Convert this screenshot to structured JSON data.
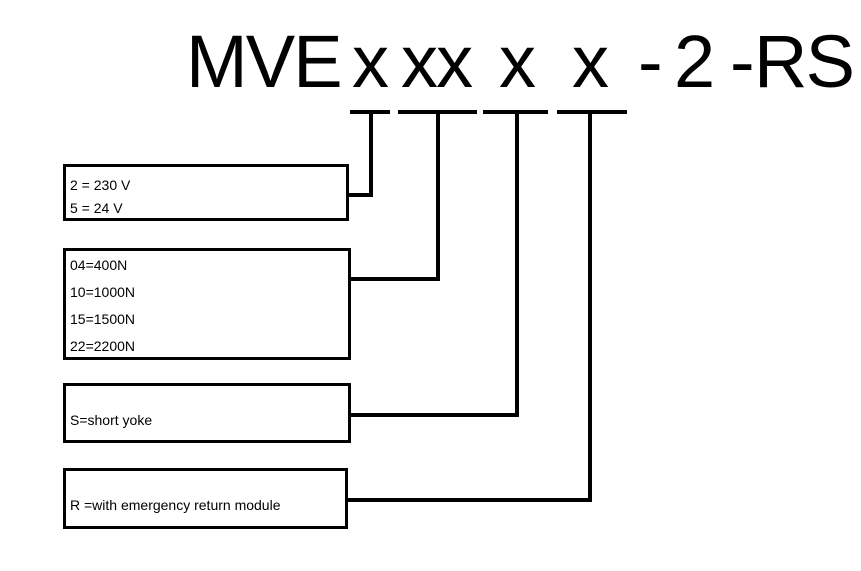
{
  "colors": {
    "ink": "#000000",
    "background": "#ffffff"
  },
  "title": {
    "full": "MVE x xx x x - 2 -RS",
    "parts": {
      "family": "MVE",
      "x_voltage": "x",
      "x_force": "xx",
      "x_yoke": "x",
      "x_emergency": "x",
      "dash1": "-",
      "fixed2": "2",
      "dash2": "-",
      "suffix": "RS"
    }
  },
  "legend_boxes": [
    {
      "key": "voltage",
      "lines": [
        "2 = 230 V",
        "5 = 24 V"
      ]
    },
    {
      "key": "force",
      "lines": [
        "04=400N",
        "10=1000N",
        "15=1500N",
        "22=2200N"
      ]
    },
    {
      "key": "yoke",
      "lines": [
        "S=short yoke"
      ]
    },
    {
      "key": "emergency_return",
      "lines": [
        "R =with emergency return module"
      ]
    }
  ]
}
